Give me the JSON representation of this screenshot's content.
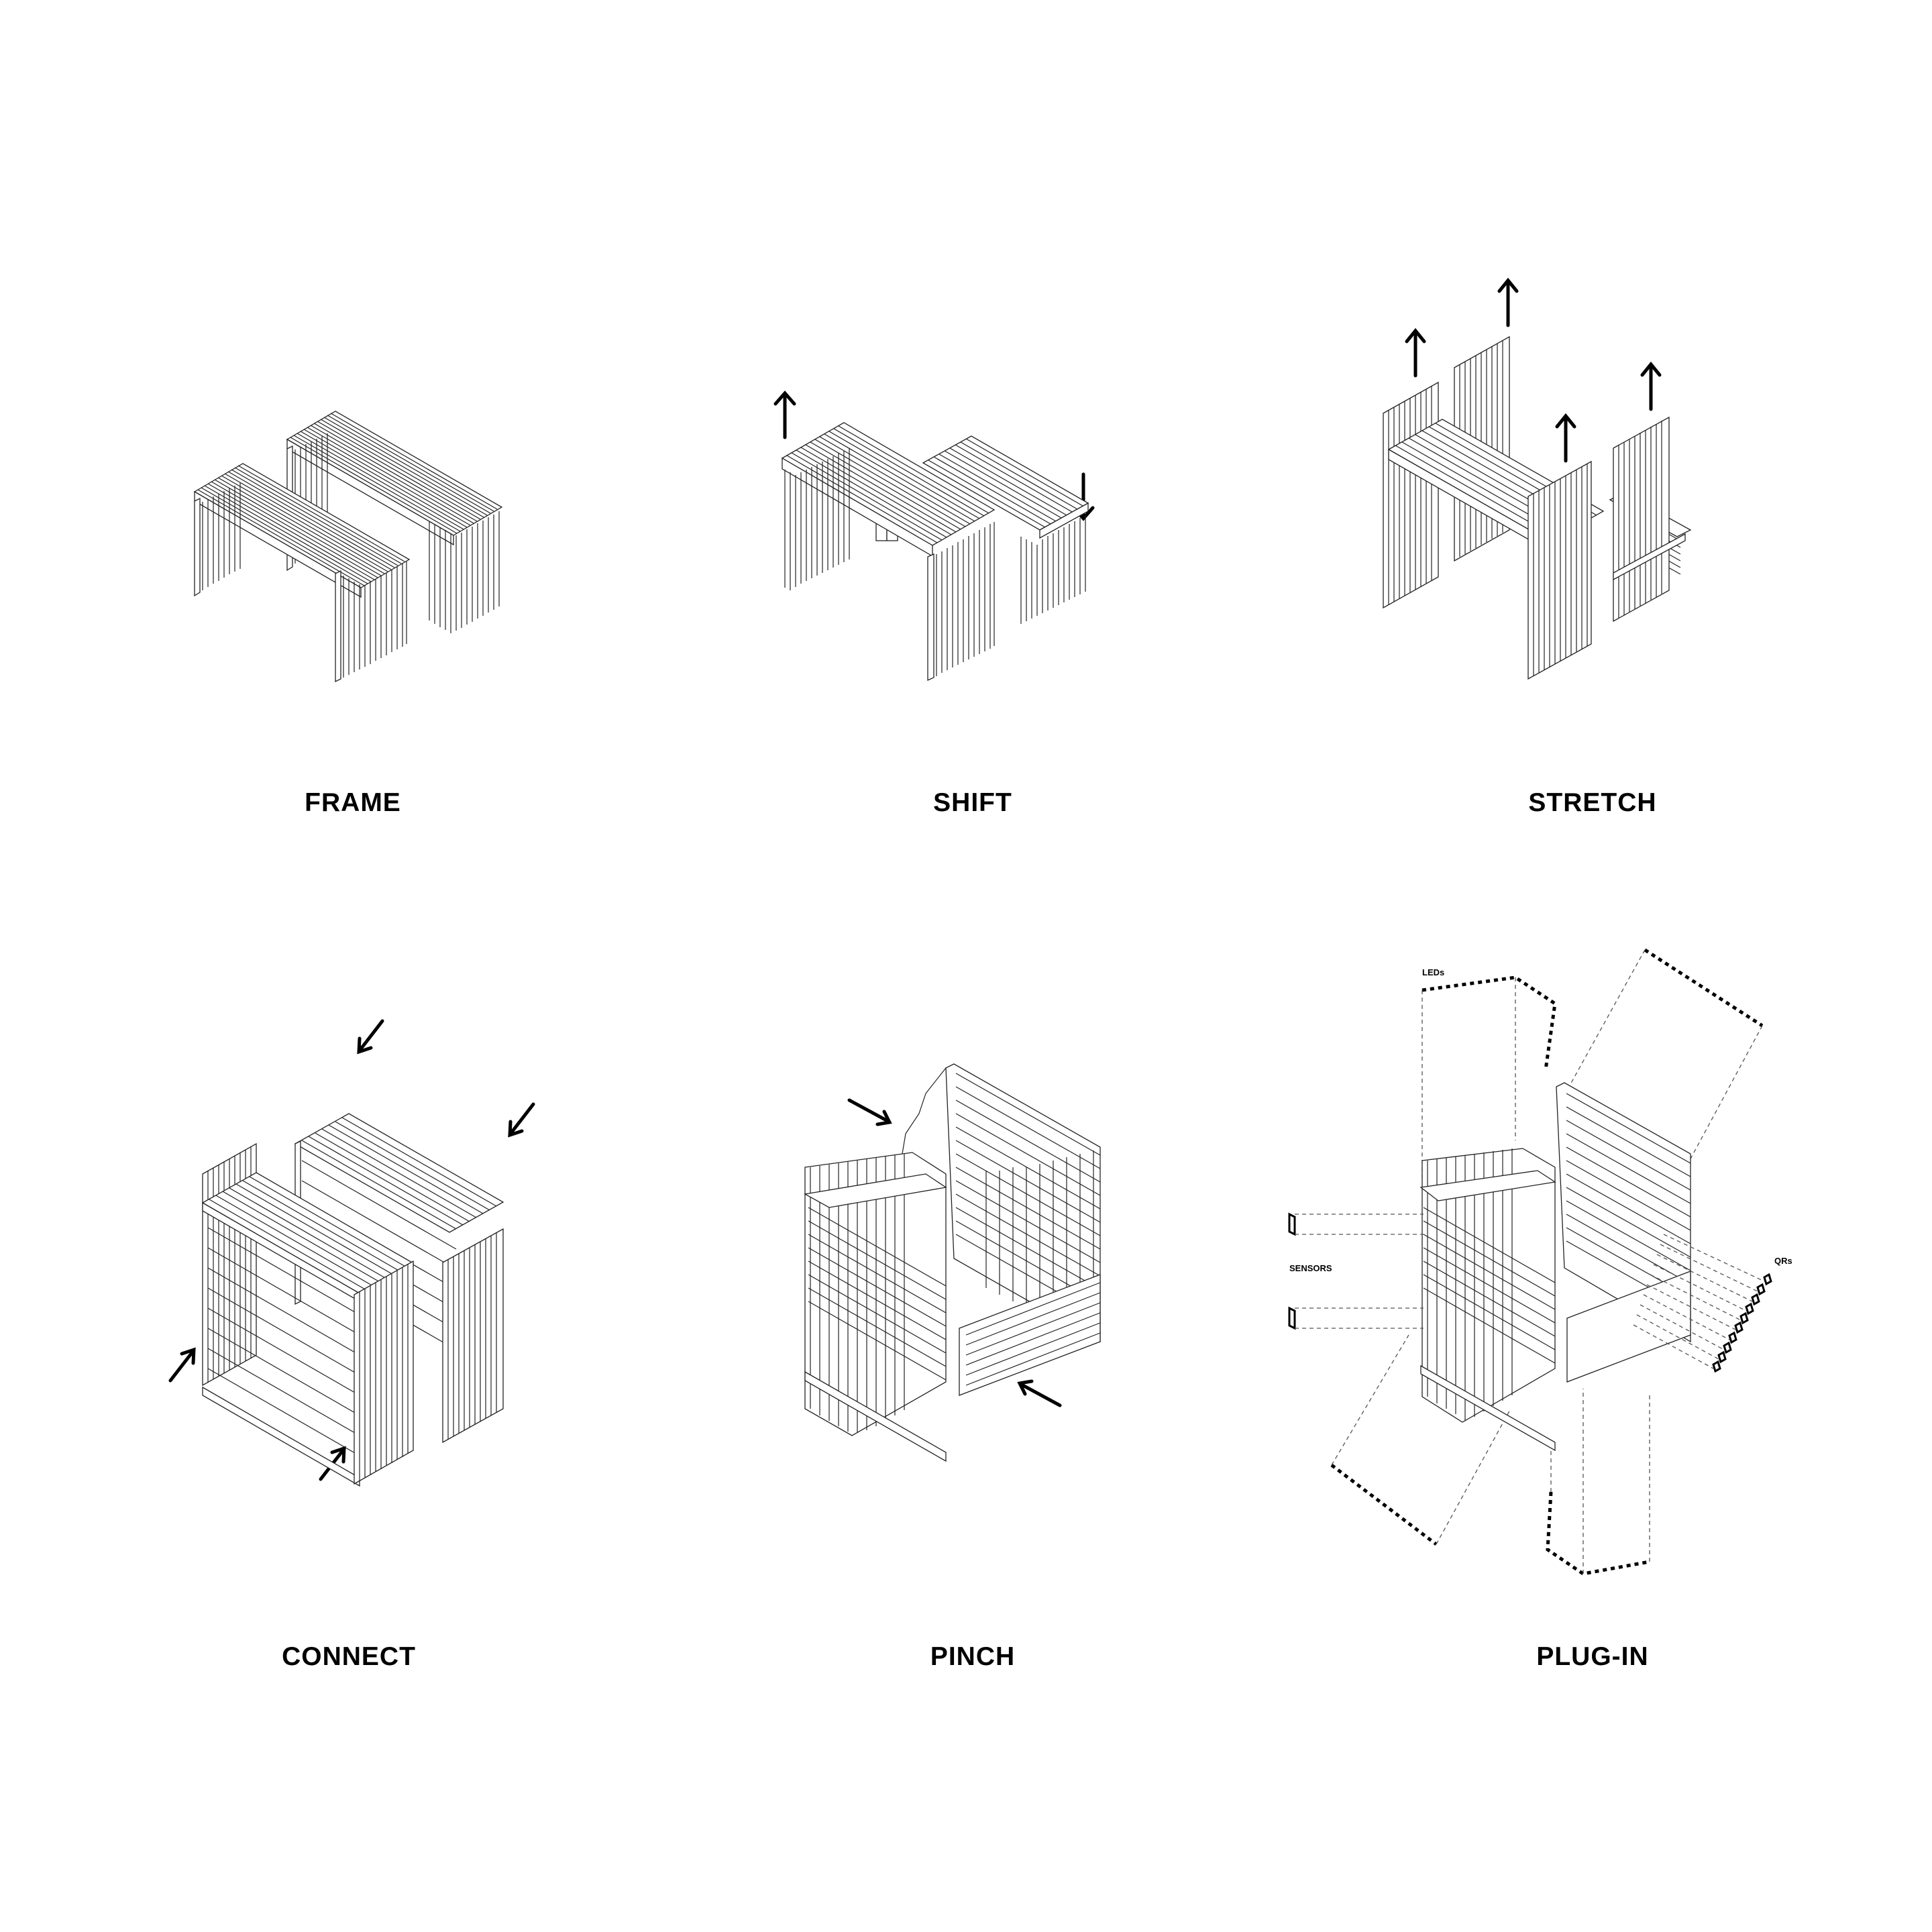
{
  "diagram": {
    "title": "",
    "background": "#ffffff",
    "line_color": "#222222",
    "panels": [
      {
        "id": "frame",
        "label": "FRAME",
        "row": 1,
        "col": 1,
        "arrows": 0
      },
      {
        "id": "shift",
        "label": "SHIFT",
        "row": 1,
        "col": 2,
        "arrows": 2,
        "arrow_directions": [
          "up",
          "down"
        ]
      },
      {
        "id": "stretch",
        "label": "STRETCH",
        "row": 1,
        "col": 3,
        "arrows": 4,
        "arrow_directions": [
          "up",
          "up",
          "up",
          "up"
        ]
      },
      {
        "id": "connect",
        "label": "CONNECT",
        "row": 2,
        "col": 1,
        "arrows": 4,
        "arrow_directions": [
          "down-left",
          "down-left",
          "up-right",
          "up-right"
        ]
      },
      {
        "id": "pinch",
        "label": "PINCH",
        "row": 2,
        "col": 2,
        "arrows": 2,
        "arrow_directions": [
          "down-right",
          "up-left"
        ]
      },
      {
        "id": "plug_in",
        "label": "PLUG-IN",
        "row": 2,
        "col": 3,
        "arrows": 0
      }
    ],
    "annotations": {
      "leds": "LEDs",
      "sensors": "SENSORS",
      "qrs": "QRs"
    },
    "component_counts": {
      "sensors": 2,
      "qr_tags": 10,
      "led_strips": 3
    }
  }
}
